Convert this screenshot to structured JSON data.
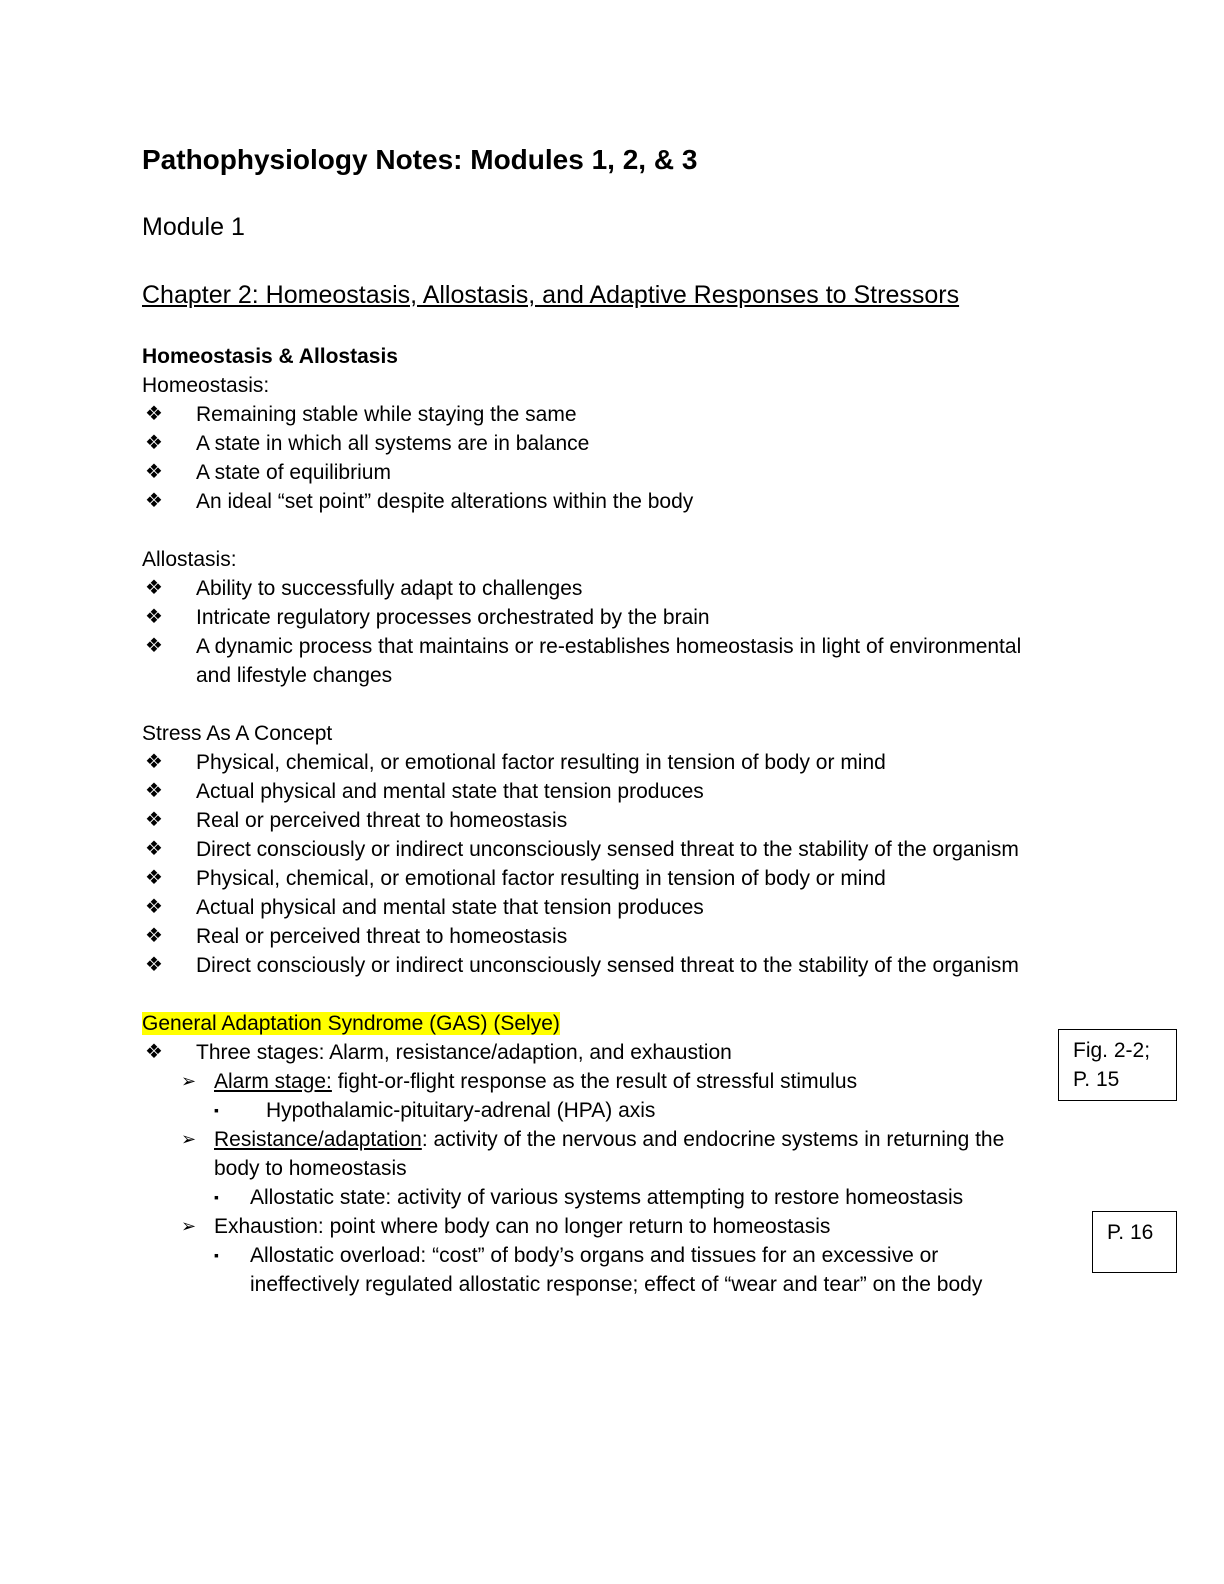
{
  "title": "Pathophysiology Notes: Modules 1, 2, & 3",
  "module": "Module 1",
  "chapter": "Chapter 2: Homeostasis, Allostasis, and Adaptive Responses to Stressors",
  "section_heading": "Homeostasis & Allostasis",
  "homeostasis": {
    "label": "Homeostasis:",
    "items": [
      "Remaining stable while staying the same",
      "A state in which all systems are in balance",
      "A state of equilibrium",
      "An ideal “set point” despite alterations within the body"
    ]
  },
  "allostasis": {
    "label": "Allostasis:",
    "items": [
      "Ability to successfully adapt to challenges",
      "Intricate regulatory processes orchestrated by the brain",
      "A dynamic process that maintains or re-establishes homeostasis in light of environmental",
      "and lifestyle changes"
    ]
  },
  "stress": {
    "label": "Stress As A Concept",
    "items": [
      "Physical, chemical, or emotional factor resulting in tension of body or mind",
      "Actual physical and mental state that tension produces",
      "Real or perceived threat to homeostasis",
      "Direct consciously or indirect unconsciously sensed threat to the stability of the organism",
      "Physical, chemical, or emotional factor resulting in tension of body or mind",
      "Actual physical and mental state that tension produces",
      "Real or perceived threat to homeostasis",
      "Direct consciously or indirect unconsciously sensed threat to the stability of the organism"
    ]
  },
  "gas": {
    "label": "General Adaptation Syndrome (GAS) (Selye)",
    "stages_intro": "Three stages: Alarm, resistance/adaption, and exhaustion",
    "alarm_term": "Alarm stage:",
    "alarm_text": " fight-or-flight response as the result of stressful stimulus",
    "alarm_sub": "Hypothalamic-pituitary-adrenal (HPA) axis",
    "resistance_term": "Resistance/adaptation",
    "resistance_text": ": activity of the nervous and endocrine systems in returning the",
    "resistance_text2": "body to homeostasis",
    "resistance_sub": "Allostatic state: activity of various systems attempting to restore homeostasis",
    "exhaustion_text": "Exhaustion: point where body can no longer return to homeostasis",
    "exhaustion_sub1": "Allostatic overload: “cost” of body’s organs and tissues for an excessive or",
    "exhaustion_sub2": "ineffectively regulated allostatic response; effect of “wear and tear” on the body"
  },
  "margin_notes": {
    "fig_line1": "Fig. 2-2;",
    "fig_line2": "P. 15",
    "page_ref": "P. 16"
  },
  "glyphs": {
    "diamond": "❖",
    "arrow": "➢",
    "square": "▪"
  }
}
